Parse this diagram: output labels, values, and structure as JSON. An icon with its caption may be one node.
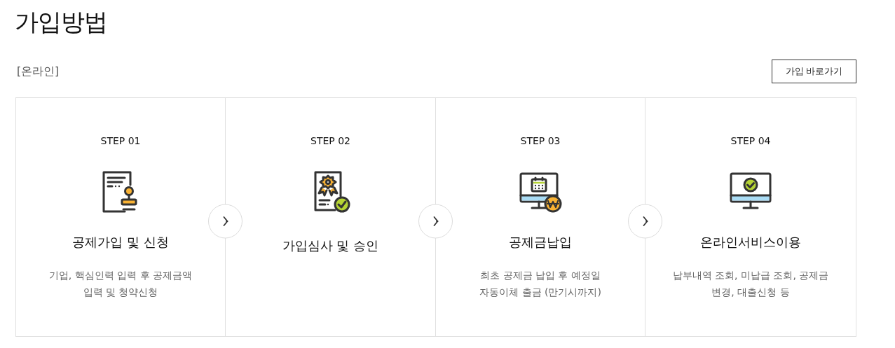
{
  "diagram": {
    "title": "가입방법",
    "nodes": [
      {
        "text": [
          "가입 바로가기"
        ]
      },
      {
        "text": [
          "STEP 01",
          "공제가입 및 신청",
          "기업, 핵심인력 입력 후 공제금액 입력 및 청약신청"
        ]
      },
      {
        "text": [
          "STEP 02",
          "가입심사 및 승인"
        ]
      },
      {
        "text": [
          "STEP 03",
          "공제금납입",
          "최초 공제금 납입 후 예정일 자동이체 출금 (만기시까지)"
        ]
      },
      {
        "text": [
          "STEP 04",
          "온라인서비스이용",
          "납부내역 조회, 미납급 조회, 공제금 변경, 대출신청 등"
        ]
      }
    ],
    "edges": [
      {
        "from": 1,
        "to": 2,
        "arrow": "to"
      },
      {
        "from": 2,
        "to": 3,
        "arrow": "to"
      },
      {
        "from": 3,
        "to": 4,
        "arrow": "to"
      }
    ],
    "labels": [
      "[온라인]"
    ]
  }
}
